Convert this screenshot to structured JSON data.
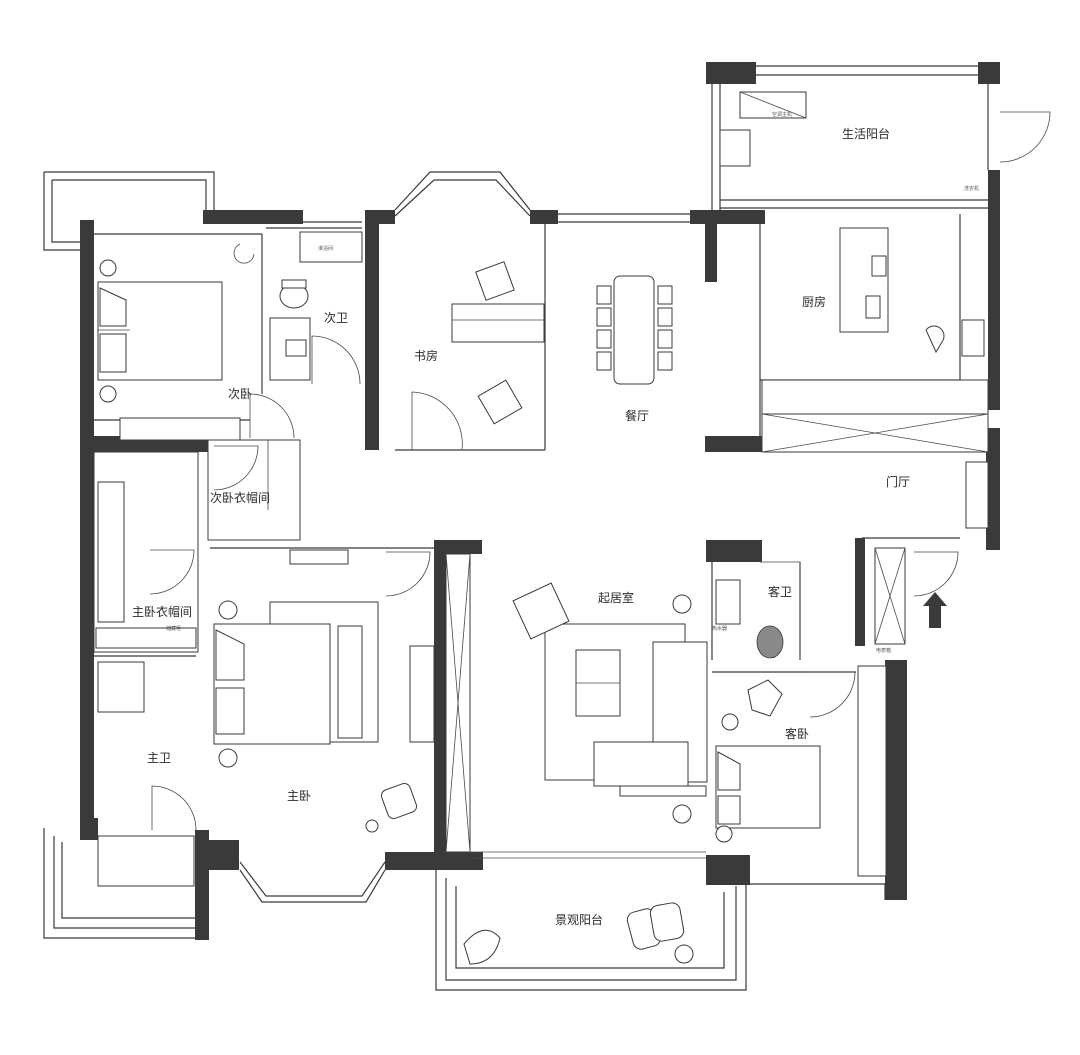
{
  "rooms": {
    "living_balcony": "生活阳台",
    "kitchen": "厨房",
    "dining": "餐厅",
    "study": "书房",
    "second_bedroom": "次卧",
    "second_bath": "次卫",
    "second_closet": "次卧衣帽间",
    "master_closet": "主卧衣帽间",
    "master_bath": "主卫",
    "master_bedroom": "主卧",
    "living_room": "起居室",
    "guest_bath": "客卫",
    "guest_bedroom": "客卧",
    "foyer": "门厅",
    "view_balcony": "景观阳台"
  },
  "small_labels": {
    "shower": "淋浴间",
    "ac_unit": "空调主机",
    "storage_top": "储藏柜",
    "storage_right": "电表箱",
    "fixture_a": "洗衣机",
    "fixture_b": "热水器"
  },
  "icons": {
    "entry": "entry-arrow-icon"
  }
}
